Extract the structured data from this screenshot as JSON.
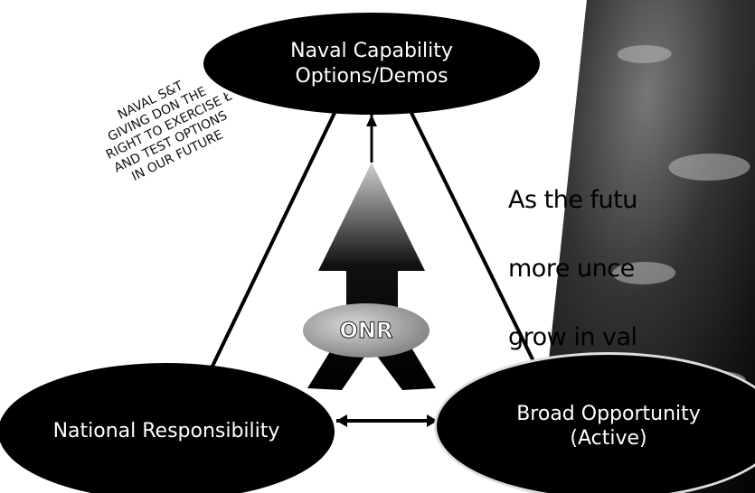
{
  "nodes": {
    "top": {
      "line1": "Naval Capability",
      "line2": "Options/Demos"
    },
    "left": {
      "line1": "National Responsibility"
    },
    "right": {
      "line1": "Broad Opportunity",
      "line2": "(Active)"
    },
    "center": {
      "label": "ONR"
    }
  },
  "stamp": {
    "lines": [
      "NAVAL S&T",
      "GIVING DON THE",
      "RIGHT TO EXERCISE Ł",
      "AND TEST OPTIONS",
      "IN OUR FUTURE"
    ]
  },
  "side_text": {
    "lines": [
      "As the futu",
      "more unce",
      "grow in val"
    ]
  }
}
